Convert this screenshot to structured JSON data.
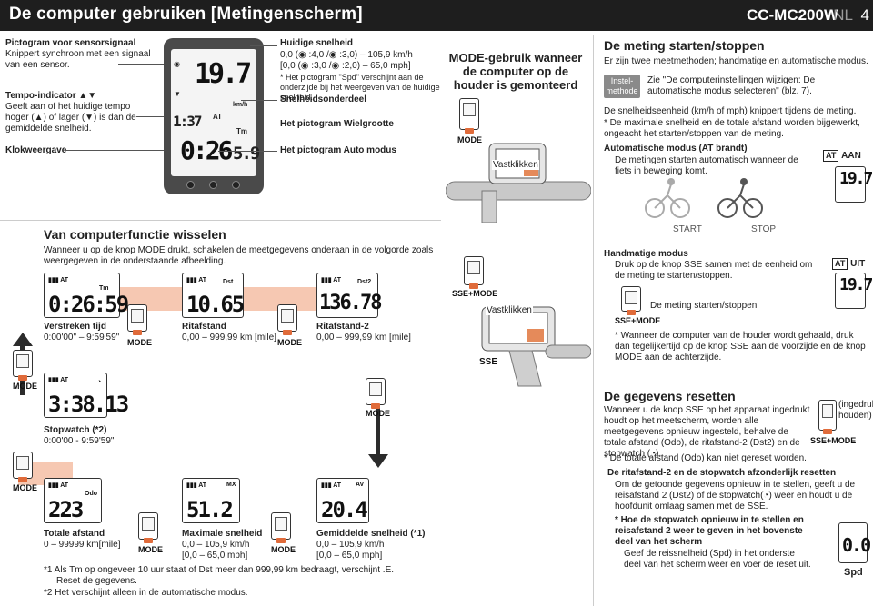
{
  "header": {
    "title": "De computer gebruiken [Metingenscherm]",
    "model": "CC-MC200W",
    "lang": "NL",
    "page": "4"
  },
  "display_labels": {
    "sensor_title": "Pictogram voor sensorsignaal",
    "sensor_text": "Knippert synchroon met een signaal van een sensor.",
    "tempo_title": "Tempo-indicator ▲▼",
    "tempo_text": "Geeft aan of het huidige tempo hoger (▲) of lager (▼) is dan de gemiddelde snelheid.",
    "clock_title": "Klokweergave",
    "speed_title": "Huidige snelheid",
    "speed_line1": "0,0 (◉ :4,0 /◉ :3,0) – 105,9 km/h",
    "speed_line2": "[0,0 (◉ :3,0 /◉ :2,0) – 65,0 mph]",
    "speed_note": "* Het pictogram \"Spd\" verschijnt aan de onderzijde bij het weergeven van de huidige snelheid.",
    "speed_unit_title": "Snelheidsonderdeel",
    "wheel_title": "Het pictogram Wielgrootte",
    "auto_title": "Het pictogram Auto modus"
  },
  "device": {
    "speed": "19.7",
    "unit": "km/h",
    "clock": "0:26",
    "small": "5.9",
    "tm": "Tm",
    "at": "AT"
  },
  "mode_section": {
    "title": "MODE-gebruik wanneer de computer op de houder is gemonteerd",
    "mode": "MODE",
    "vastklikken": "Vastklikken",
    "sse_mode": "SSE+MODE",
    "sse": "SSE"
  },
  "start_stop": {
    "title": "De meting starten/stoppen",
    "intro": "Er zijn twee meetmethoden; handmatige en automatische modus.",
    "tag": "Instel- methode",
    "tag_text": "Zie \"De computerinstellingen wijzigen: De automatische modus selecteren\" (blz. 7).",
    "p1": "De snelheidseenheid (km/h of mph) knippert tijdens de meting.",
    "p2": "* De maximale snelheid en de totale afstand worden bijgewerkt, ongeacht het starten/stoppen van de meting.",
    "auto_title": "Automatische modus (AT brandt)",
    "auto_text": "De metingen starten automatisch wanneer de fiets in beweging komt.",
    "aan": "AAN",
    "start": "START",
    "stop": "STOP",
    "manual_title": "Handmatige modus",
    "manual_text": "Druk op de knop SSE samen met de eenheid om de meting te starten/stoppen.",
    "uit": "UIT",
    "manual_caption": "De meting starten/stoppen",
    "sse_mode": "SSE+MODE",
    "manual_note": "* Wanneer de computer van de houder wordt gehaald, druk dan tegelijkertijd op de knop SSE aan de voorzijde en de knop MODE aan de achterzijde."
  },
  "reset": {
    "title": "De gegevens resetten",
    "p1": "Wanneer u de knop SSE op het apparaat ingedrukt houdt op het meetscherm, worden alle meetgegevens opnieuw ingesteld, behalve de totale afstand (Odo), de ritafstand-2 (Dst2) en de stopwatch (◔).",
    "hold": "(ingedrukt houden)",
    "sse_mode": "SSE+MODE",
    "note": "* De totale afstand (Odo) kan niet gereset worden.",
    "sub_title": "De ritafstand-2 en de stopwatch afzonderlijk resetten",
    "sub_text": "Om de getoonde gegevens opnieuw in te stellen, geeft u de reisafstand 2 (Dst2) of de stopwatch(◔) weer en houdt u de hoofdunit omlaag samen met de SSE.",
    "tip_title": "* Hoe de stopwatch opnieuw in te stellen en reisafstand 2 weer te geven in het bovenste deel van het scherm",
    "tip_text": "Geef de reissnelheid (Spd) in het onderste deel van het scherm weer en voer de reset uit.",
    "spd": "Spd",
    "spd_value": "0.0"
  },
  "switch": {
    "title": "Van computerfunctie wisselen",
    "intro": "Wanneer u op de knop MODE drukt, schakelen de meetgegevens onderaan in de volgorde zoals weergegeven in de onderstaande afbeelding.",
    "mode": "MODE",
    "items": [
      {
        "name": "Verstreken tijd",
        "range": "0:00'00\" – 9:59'59\"",
        "value": "0:26:59",
        "tag": "Tm"
      },
      {
        "name": "Ritafstand",
        "range": "0,00 – 999,99 km [mile]",
        "value": "10.65",
        "tag": "Dst"
      },
      {
        "name": "Ritafstand-2",
        "range": "0,00 – 999,99 km [mile]",
        "value": "136.78",
        "tag": "Dst2"
      },
      {
        "name": "Stopwatch (*2)",
        "range": "0:00'00 - 9:59'59\"",
        "value": "3:38.13",
        "tag": "◔"
      },
      {
        "name": "Totale afstand",
        "range": "0 – 99999 km[mile]",
        "value": "223",
        "tag": "Odo"
      },
      {
        "name": "Maximale snelheid",
        "range": "0,0 – 105,9 km/h",
        "range2": "[0,0 – 65,0 mph]",
        "value": "51.2",
        "tag": "MX"
      },
      {
        "name": "Gemiddelde snelheid (*1)",
        "range": "0,0 – 105,9 km/h",
        "range2": "[0,0 – 65,0 mph]",
        "value": "20.4",
        "tag": "AV"
      }
    ],
    "foot1": "*1  Als Tm op ongeveer 10 uur staat of Dst meer dan 999,99 km bedraagt, verschijnt .E.",
    "foot1b": "Reset de gegevens.",
    "foot2": "*2  Het verschijnt alleen in de automatische modus."
  }
}
